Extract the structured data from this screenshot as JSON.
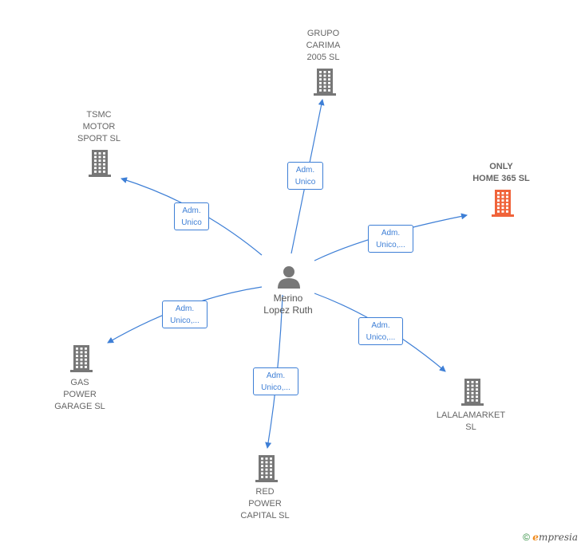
{
  "center": {
    "name": "Merino\nLopez Ruth"
  },
  "companies": [
    {
      "id": "grupo",
      "name": "GRUPO\nCARIMA\n2005 SL",
      "highlight": false
    },
    {
      "id": "tsmc",
      "name": "TSMC\nMOTOR\nSPORT  SL",
      "highlight": false
    },
    {
      "id": "only",
      "name": "ONLY\nHOME 365  SL",
      "highlight": true
    },
    {
      "id": "gas",
      "name": "GAS\nPOWER\nGARAGE  SL",
      "highlight": false
    },
    {
      "id": "red",
      "name": "RED\nPOWER\nCAPITAL  SL",
      "highlight": false
    },
    {
      "id": "lala",
      "name": "LALALAMARKET\nSL",
      "highlight": false
    }
  ],
  "edges": [
    {
      "target": "grupo",
      "label": "Adm.\nUnico"
    },
    {
      "target": "tsmc",
      "label": "Adm.\nUnico"
    },
    {
      "target": "only",
      "label": "Adm.\nUnico,..."
    },
    {
      "target": "gas",
      "label": "Adm.\nUnico,..."
    },
    {
      "target": "red",
      "label": "Adm.\nUnico,..."
    },
    {
      "target": "lala",
      "label": "Adm.\nUnico,..."
    }
  ],
  "colors": {
    "edge": "#3e7fd6",
    "building": "#777777",
    "highlight_building": "#f0633a",
    "person": "#777777"
  },
  "footer": {
    "copyright": "©",
    "brand_initial": "e",
    "brand_rest": "mpresia"
  }
}
